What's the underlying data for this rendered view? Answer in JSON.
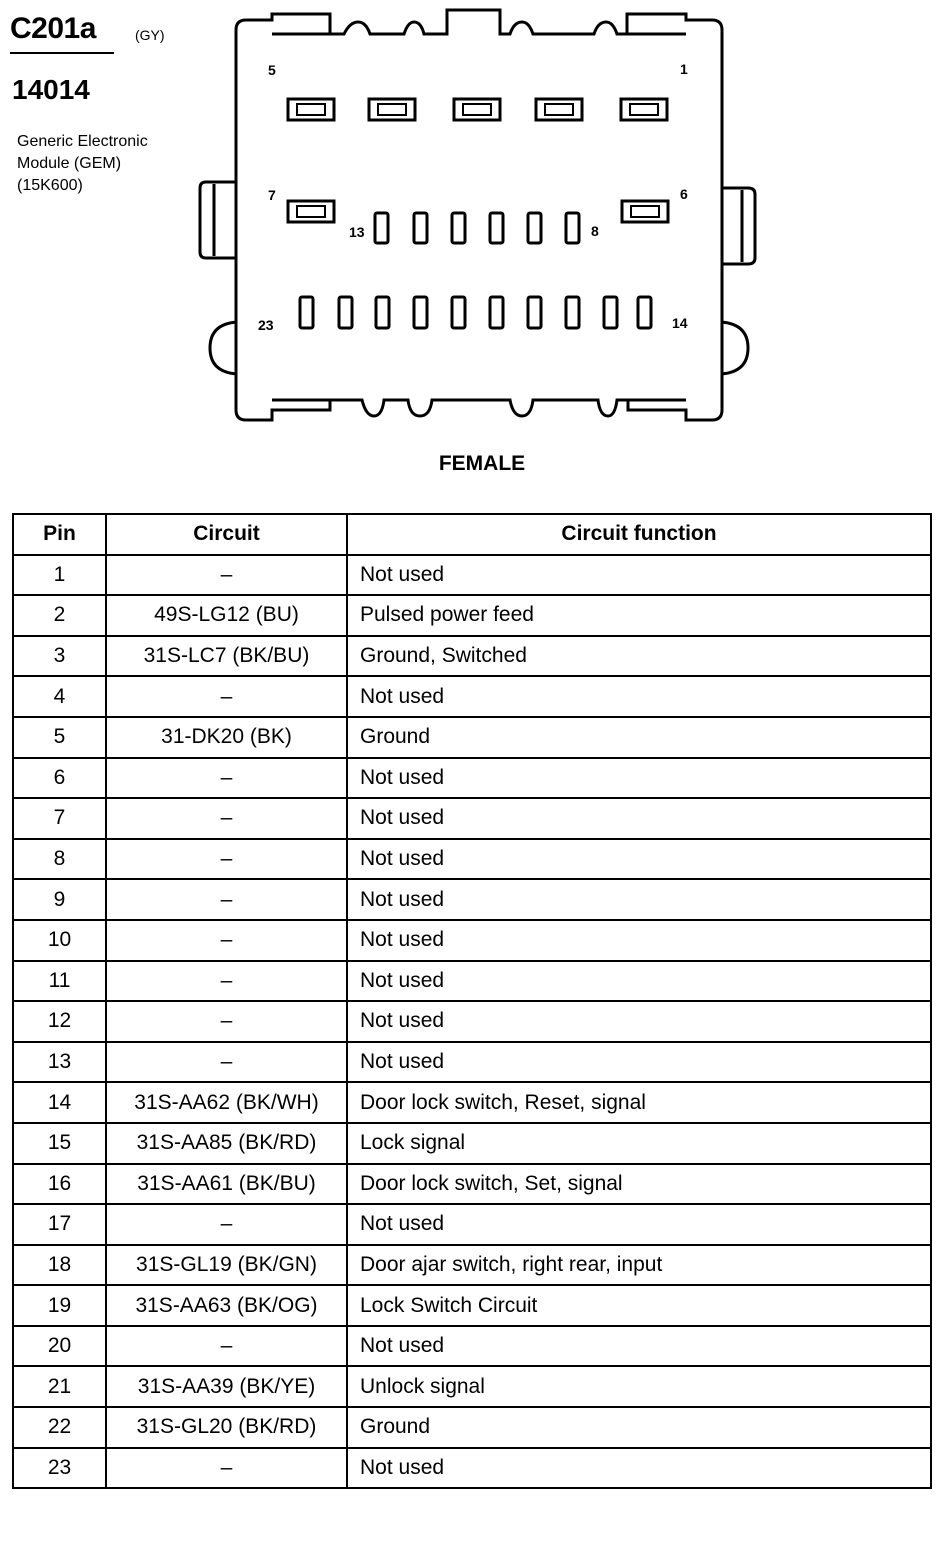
{
  "connector": {
    "code": "C201a",
    "color": "(GY)",
    "part_number": "14014",
    "description_lines": [
      "Generic Electronic",
      "Module (GEM)",
      "(15K600)"
    ],
    "view": "FEMALE",
    "pin_labels": [
      "5",
      "1",
      "7",
      "6",
      "13",
      "8",
      "23",
      "14"
    ]
  },
  "table": {
    "headers": [
      "Pin",
      "Circuit",
      "Circuit function"
    ],
    "rows": [
      {
        "pin": "1",
        "circuit": "–",
        "function": "Not used"
      },
      {
        "pin": "2",
        "circuit": "49S-LG12 (BU)",
        "function": "Pulsed power feed"
      },
      {
        "pin": "3",
        "circuit": "31S-LC7 (BK/BU)",
        "function": "Ground, Switched"
      },
      {
        "pin": "4",
        "circuit": "–",
        "function": "Not used"
      },
      {
        "pin": "5",
        "circuit": "31-DK20 (BK)",
        "function": "Ground"
      },
      {
        "pin": "6",
        "circuit": "–",
        "function": "Not used"
      },
      {
        "pin": "7",
        "circuit": "–",
        "function": "Not used"
      },
      {
        "pin": "8",
        "circuit": "–",
        "function": "Not used"
      },
      {
        "pin": "9",
        "circuit": "–",
        "function": "Not used"
      },
      {
        "pin": "10",
        "circuit": "–",
        "function": "Not used"
      },
      {
        "pin": "11",
        "circuit": "–",
        "function": "Not used"
      },
      {
        "pin": "12",
        "circuit": "–",
        "function": "Not used"
      },
      {
        "pin": "13",
        "circuit": "–",
        "function": "Not used"
      },
      {
        "pin": "14",
        "circuit": "31S-AA62 (BK/WH)",
        "function": "Door lock switch, Reset, signal"
      },
      {
        "pin": "15",
        "circuit": "31S-AA85 (BK/RD)",
        "function": "Lock signal"
      },
      {
        "pin": "16",
        "circuit": "31S-AA61 (BK/BU)",
        "function": "Door lock switch, Set, signal"
      },
      {
        "pin": "17",
        "circuit": "–",
        "function": "Not used"
      },
      {
        "pin": "18",
        "circuit": "31S-GL19 (BK/GN)",
        "function": "Door ajar switch, right rear, input"
      },
      {
        "pin": "19",
        "circuit": "31S-AA63 (BK/OG)",
        "function": "Lock Switch Circuit"
      },
      {
        "pin": "20",
        "circuit": "–",
        "function": "Not used"
      },
      {
        "pin": "21",
        "circuit": "31S-AA39 (BK/YE)",
        "function": "Unlock signal"
      },
      {
        "pin": "22",
        "circuit": "31S-GL20 (BK/RD)",
        "function": "Ground"
      },
      {
        "pin": "23",
        "circuit": "–",
        "function": "Not used"
      }
    ]
  }
}
